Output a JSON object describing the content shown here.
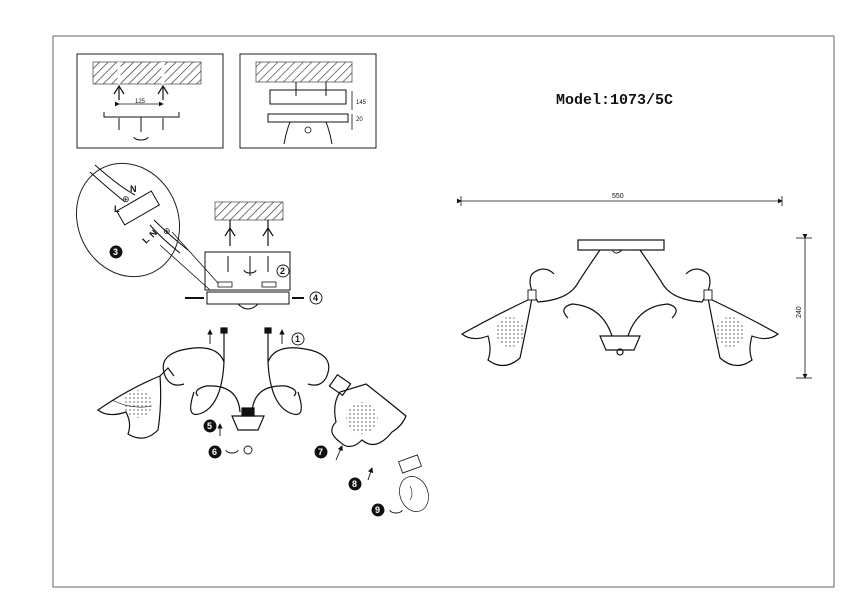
{
  "model": {
    "label": "Model:1073/5C"
  },
  "dimensions": {
    "overall_width": "550",
    "overall_height": "240",
    "mount_spacing": "125",
    "depth_upper": "145",
    "depth_lower": "20"
  },
  "steps": [
    "1",
    "2",
    "3",
    "4",
    "5",
    "6",
    "7",
    "8",
    "9"
  ],
  "wiring": {
    "live": "L",
    "neutral": "N",
    "earth": "⊕"
  },
  "colors": {
    "line": "#1a1a1a",
    "hatch": "#333333",
    "frame": "#555555"
  }
}
